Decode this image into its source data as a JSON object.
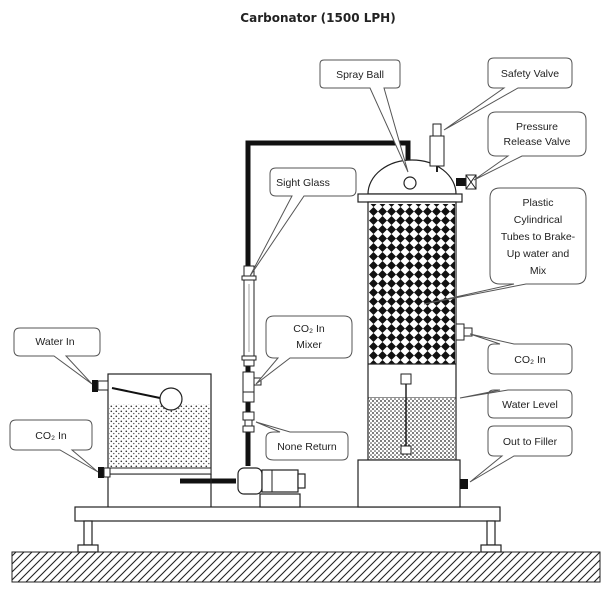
{
  "title": "Carbonator (1500 LPH)",
  "labels": {
    "spray_ball": "Spray Ball",
    "safety_valve": "Safety Valve",
    "pressure_release_1": "Pressure",
    "pressure_release_2": "Release Valve",
    "sight_glass": "Sight Glass",
    "plastic_tubes_1": "Plastic",
    "plastic_tubes_2": "Cylindrical",
    "plastic_tubes_3": "Tubes to Brake-",
    "plastic_tubes_4": "Up water and",
    "plastic_tubes_5": "Mix",
    "co2_mixer_1": "CO₂ In",
    "co2_mixer_2": "Mixer",
    "water_in": "Water In",
    "co2_in_tank": "CO₂ In",
    "co2_in_column": "CO₂ In",
    "water_level": "Water Level",
    "none_return": "None Return",
    "out_to_filler": "Out to Filler"
  }
}
